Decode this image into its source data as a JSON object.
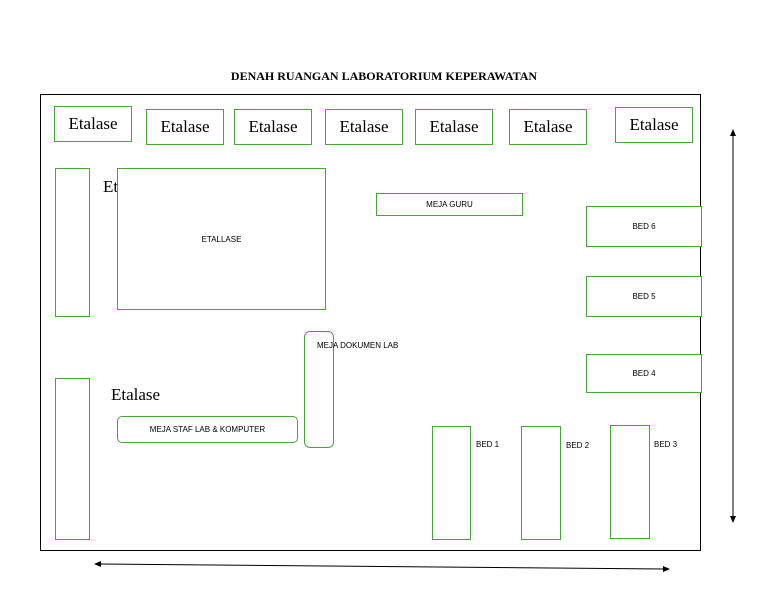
{
  "title": "DENAH RUANGAN LABORATORIUM KEPERAWATAN",
  "top_etalase": [
    "Etalase",
    "Etalase",
    "Etalase",
    "Etalase",
    "Etalase",
    "Etalase",
    "Etalase"
  ],
  "left_fragment": "Et",
  "etallase": "ETALLASE",
  "meja_guru": "MEJA GURU",
  "meja_dokumen": "MEJA DOKUMEN LAB",
  "etalase_left": "Etalase",
  "meja_staf": "MEJA STAF LAB & KOMPUTER",
  "beds": {
    "bed1": "BED 1",
    "bed2": "BED 2",
    "bed3": "BED 3",
    "bed4": "BED 4",
    "bed5": "BED 5",
    "bed6": "BED 6"
  },
  "colors": {
    "border": "#4aa33a",
    "wall": "#000000"
  }
}
